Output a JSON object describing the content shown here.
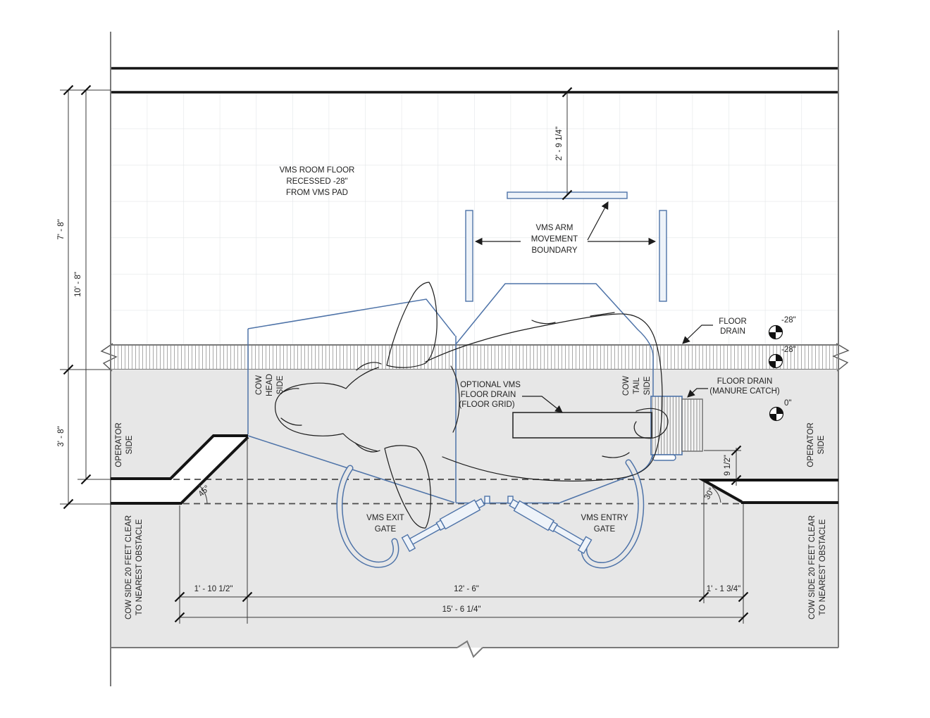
{
  "colors": {
    "blue": "#4e73a8",
    "pad_gray": "#e7e7e7",
    "line_dark": "#1c1c1c",
    "wall_gray": "#7a7a7a",
    "grid_line": "#e3e6e8"
  },
  "annotations": {
    "room_floor": [
      "VMS ROOM FLOOR",
      "RECESSED -28\"",
      "FROM VMS PAD"
    ],
    "arm_boundary": [
      "VMS ARM",
      "MOVEMENT",
      "BOUNDARY"
    ],
    "floor_drain": [
      "FLOOR",
      "DRAIN"
    ],
    "manure_catch": [
      "FLOOR DRAIN",
      "(MANURE CATCH)"
    ],
    "optional_drain": [
      "OPTIONAL VMS",
      "FLOOR DRAIN",
      "(FLOOR GRID)"
    ],
    "exit_gate": [
      "VMS EXIT",
      "GATE"
    ],
    "entry_gate": [
      "VMS ENTRY",
      "GATE"
    ],
    "cow_head": [
      "COW",
      "HEAD",
      "SIDE"
    ],
    "cow_tail": [
      "COW",
      "TAIL",
      "SIDE"
    ],
    "operator": [
      "OPERATOR",
      "SIDE"
    ],
    "cow_clear": [
      "COW SIDE 20 FEET CLEAR",
      "TO NEAREST OBSTACLE"
    ]
  },
  "dimensions": {
    "wall_to_drain": "7' - 8\"",
    "wall_to_alley": "10' - 8\"",
    "drain_to_alley": "3' - 8\"",
    "wall_to_arm": "2' - 9 1/4\"",
    "catch_offset": "9 1/2\"",
    "left_clear": "1' - 10 1/2\"",
    "vms_width": "12' - 6\"",
    "right_clear": "1' - 1 3/4\"",
    "total_width": "15' - 6 1/4\"",
    "angle_left": "45°",
    "angle_right": "30°"
  },
  "elevations": {
    "room": "-28\"",
    "drain": "-28\"",
    "pad": "0\""
  }
}
